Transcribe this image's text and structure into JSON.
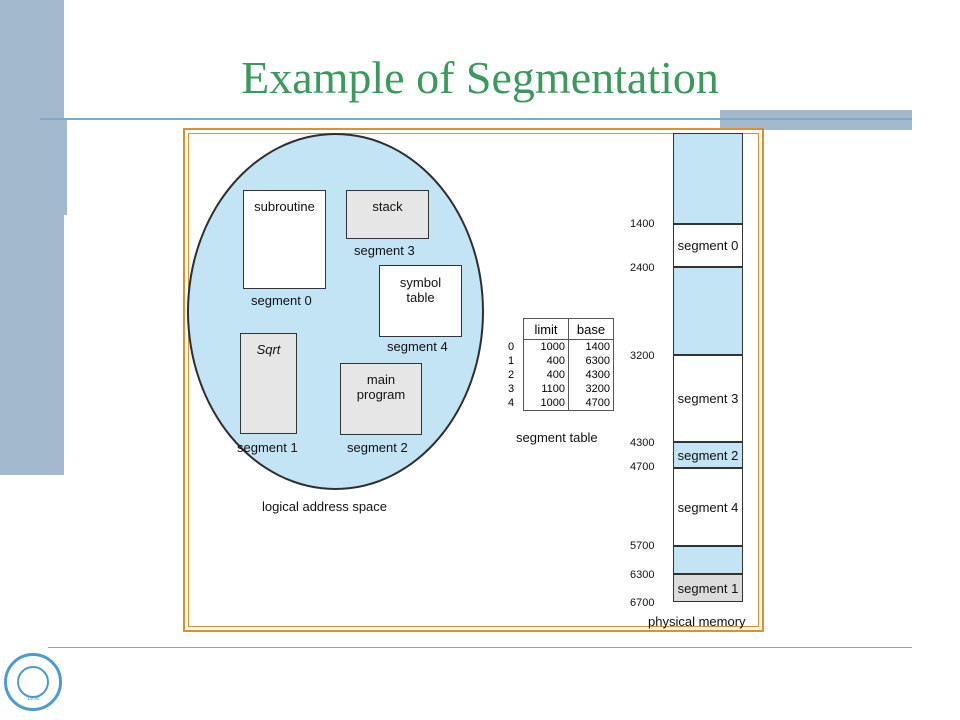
{
  "slide": {
    "title": "Example of Segmentation"
  },
  "logical": {
    "caption": "logical address space",
    "segments": {
      "subroutine": {
        "name": "subroutine",
        "label": "segment 0"
      },
      "stack": {
        "name": "stack",
        "label": "segment 3"
      },
      "symbol_table": {
        "name_line1": "symbol",
        "name_line2": "table",
        "label": "segment 4"
      },
      "sqrt": {
        "name": "Sqrt",
        "label": "segment 1"
      },
      "main_program": {
        "name_line1": "main",
        "name_line2": "program",
        "label": "segment 2"
      }
    }
  },
  "segment_table": {
    "caption": "segment table",
    "headers": [
      "limit",
      "base"
    ],
    "rows": [
      {
        "index": "0",
        "limit": "1000",
        "base": "1400"
      },
      {
        "index": "1",
        "limit": "400",
        "base": "6300"
      },
      {
        "index": "2",
        "limit": "400",
        "base": "4300"
      },
      {
        "index": "3",
        "limit": "1100",
        "base": "3200"
      },
      {
        "index": "4",
        "limit": "1000",
        "base": "4700"
      }
    ]
  },
  "physical": {
    "caption": "physical memory",
    "addresses": [
      "1400",
      "2400",
      "3200",
      "4300",
      "4700",
      "5700",
      "6300",
      "6700"
    ],
    "blocks": [
      "segment 0",
      "segment 3",
      "segment 2",
      "segment 4",
      "segment 1"
    ]
  },
  "logo": {
    "year": "1956"
  },
  "colors": {
    "title": "#3a9a5c",
    "accent": "#a3b9ce",
    "frame": "#e0902a",
    "free_memory": "#c3e4f5"
  }
}
